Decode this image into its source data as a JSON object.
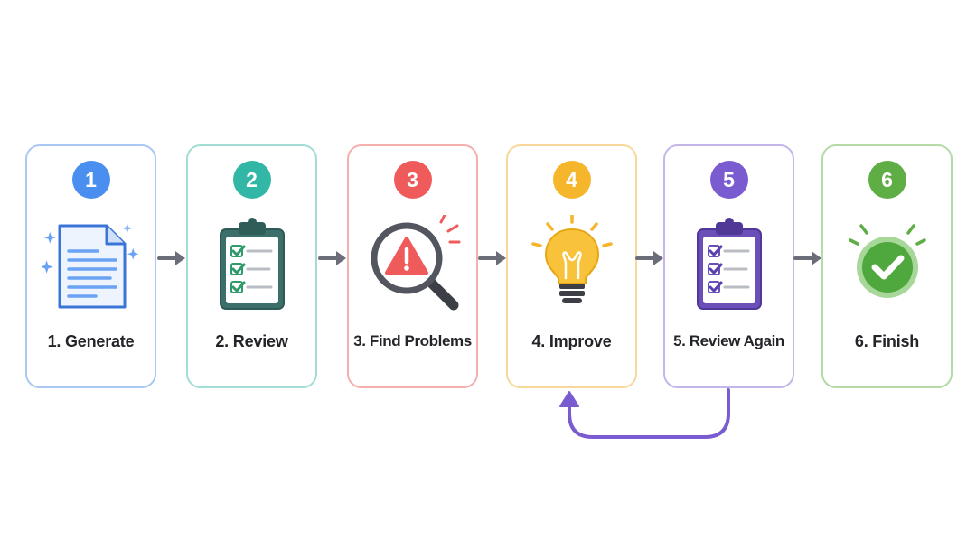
{
  "steps": [
    {
      "number": "1",
      "label": "1. Generate",
      "color": "#4a8ff0",
      "border": "#a9c9f4",
      "icon": "document-sparkle-icon"
    },
    {
      "number": "2",
      "label": "2. Review",
      "color": "#32b7a6",
      "border": "#a2ddd5",
      "icon": "clipboard-checklist-icon"
    },
    {
      "number": "3",
      "label": "3. Find Problems",
      "color": "#ef5b5b",
      "border": "#f4b0ad",
      "icon": "magnifier-warning-icon"
    },
    {
      "number": "4",
      "label": "4. Improve",
      "color": "#f6b62b",
      "border": "#f8d89a",
      "icon": "lightbulb-icon"
    },
    {
      "number": "5",
      "label": "5. Review Again",
      "color": "#7a5cd0",
      "border": "#c5b6ea",
      "icon": "clipboard-checklist-icon"
    },
    {
      "number": "6",
      "label": "6. Finish",
      "color": "#5fad45",
      "border": "#b4dba6",
      "icon": "check-circle-icon"
    }
  ],
  "connectors": {
    "arrow_color": "#6b6e78",
    "loop_color": "#7a5cd0",
    "loop_from": "5. Review Again",
    "loop_to": "4. Improve"
  }
}
